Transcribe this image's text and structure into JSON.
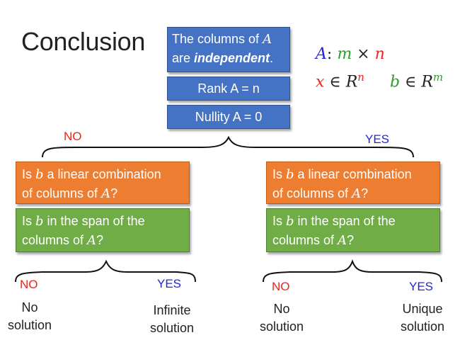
{
  "title": "Conclusion",
  "top_box": {
    "line1_prefix": "The columns of ",
    "line1_var": "A",
    "line2_prefix": "are ",
    "line2_emph": "independent",
    "line2_suffix": "."
  },
  "rank_label": "Rank A = n",
  "nullity_label": "Nullity A = 0",
  "notation": {
    "a_var": "A",
    "a_colon": ":",
    "m": "m",
    "times": " × ",
    "n": "n",
    "x_var": "x",
    "in1": " ∈ ",
    "R1": "R",
    "sup1": "n",
    "b_var": "b",
    "in2": " ∈ ",
    "R2": "R",
    "sup2": "m"
  },
  "branch_labels": {
    "left": "NO",
    "right": "YES"
  },
  "question1": {
    "p1": "Is ",
    "var": "b",
    "p2": " a linear combination",
    "line2_prefix": "of columns of ",
    "line2_var": "A",
    "line2_suffix": "?"
  },
  "question2": {
    "p1": "Is ",
    "var": "b",
    "p2": " in the span of the",
    "line2_prefix": "columns of ",
    "line2_var": "A",
    "line2_suffix": "?"
  },
  "sub_labels": {
    "no": "NO",
    "yes": "YES"
  },
  "outcomes": {
    "left_no": [
      "No",
      "solution"
    ],
    "left_yes": [
      "Infinite",
      "solution"
    ],
    "right_no": [
      "No",
      "solution"
    ],
    "right_yes": [
      "Unique",
      "solution"
    ]
  },
  "colors": {
    "blue_box": "#4472c4",
    "orange_box": "#ed7d31",
    "green_box": "#70ad47",
    "no_red": "#e8261c",
    "yes_blue": "#2424d4",
    "green_text": "#2e9e2e"
  }
}
